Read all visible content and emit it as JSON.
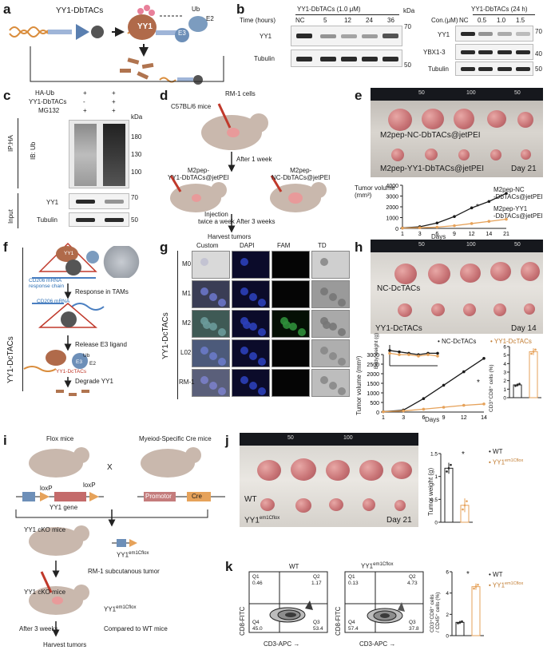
{
  "panels": {
    "a": {
      "letter": "a",
      "label_drug": "YY1-DbTACs",
      "label_yy1": "YY1",
      "label_ub": "Ub",
      "label_e2": "E2",
      "label_e3": "E3"
    },
    "b": {
      "letter": "b",
      "left": {
        "header": "YY1-DbTACs (1.0 μM)",
        "row_label": "Time (hours)",
        "lanes": [
          "NC",
          "5",
          "12",
          "24",
          "36"
        ],
        "rows": [
          "YY1",
          "Tubulin"
        ],
        "markers": [
          "70",
          "50"
        ],
        "kda": "kDa"
      },
      "right": {
        "header": "YY1-DbTACs (24 h)",
        "row_label": "Con.(μM)",
        "lanes": [
          "NC",
          "0.5",
          "1.0",
          "1.5"
        ],
        "rows": [
          "YY1",
          "YBX1-3",
          "Tubulin"
        ],
        "markers": [
          "70",
          "40",
          "50"
        ]
      }
    },
    "c": {
      "letter": "c",
      "conditions": [
        {
          "name": "HA-Ub",
          "values": [
            "+",
            "+"
          ]
        },
        {
          "name": "YY1-DbTACs",
          "values": [
            "-",
            "+"
          ]
        },
        {
          "name": "MG132",
          "values": [
            "+",
            "+"
          ]
        }
      ],
      "kda": "kDa",
      "ip_label": "IP:HA",
      "ib_label": "IB: Ub",
      "input_label": "Input",
      "markers_top": [
        "180",
        "130",
        "100"
      ],
      "input_rows": [
        "YY1",
        "Tubulin"
      ],
      "markers_bottom": [
        "70",
        "50"
      ]
    },
    "d": {
      "letter": "d",
      "cells": "RM-1 cells",
      "mice": "C57BL/6 mice",
      "step1": "After 1 week",
      "left_treat": "M2pep-\nYY1-DbTACs@jetPEI",
      "right_treat": "M2pep-\nNC-DbTACs@jetPEI",
      "injection": "Injection\ntwice a week",
      "step2": "After 3 weeks",
      "harvest": "Harvest tumors"
    },
    "e": {
      "letter": "e",
      "photo_label_top": "M2pep-NC-DbTACs@jetPEI",
      "photo_label_bottom": "M2pep-YY1-DbTACs@jetPEI",
      "day": "Day 21",
      "legend_nc": "M2pep-NC\n-DbTACs@jetPEI",
      "legend_yy1": "M2pep-YY1\n-DbTACs@jetPEI",
      "star": "*"
    },
    "f": {
      "letter": "f",
      "side_label": "YY1-DcTACs",
      "mrna_chain": "CD206 mRNA\nresponse chain",
      "mrna": "CD206 mRNA",
      "step1": "Response in TAMs",
      "step2": "Release E3 ligand",
      "step3": "Degrade YY1",
      "yy1": "YY1",
      "ub": "Ub",
      "e2": "E2",
      "e3": "E3",
      "drug": "YY1-DcTACs"
    },
    "g": {
      "letter": "g",
      "columns": [
        "Custom",
        "DAPI",
        "FAM",
        "TD"
      ],
      "rows": [
        "M0",
        "M1",
        "M2",
        "L02",
        "RM-1"
      ],
      "side_label": "YY1-DcTACs"
    },
    "h": {
      "letter": "h",
      "photo_label_top": "NC-DcTACs",
      "photo_label_bottom": "YY1-DcTACs",
      "day": "Day 14",
      "legend_nc": "NC-DcTACs",
      "legend_yy1": "YY1-DcTACs",
      "star": "*"
    },
    "i": {
      "letter": "i",
      "flox": "Flox mice",
      "cre": "Myeiod-Specific Cre mice",
      "cross": "X",
      "loxp1": "loxP",
      "loxp2": "loxP",
      "gene": "YY1 gene",
      "promotor": "Promotor",
      "cre_gene": "Cre",
      "cko": "YY1 cKO mice",
      "allele": "YY1",
      "allele_sup": "em1Cflox",
      "tumor": "RM-1 subcutanous tumor",
      "cko2": "YY1 cKO mice",
      "allele2": "YY1",
      "allele2_sup": "em1Cflox",
      "after": "After 3 weeks",
      "compare": "Compared to WT mice",
      "harvest": "Harvest tumors"
    },
    "j": {
      "letter": "j",
      "wt": "WT",
      "cko": "YY1",
      "cko_sup": "em1Cflox",
      "day": "Day 21",
      "legend_wt": "WT",
      "legend_cko": "YY1",
      "legend_cko_sup": "em1Cflox",
      "star": "*"
    },
    "k": {
      "letter": "k",
      "plot1": {
        "title": "WT",
        "q": [
          "Q1",
          "Q2",
          "Q4",
          "Q3"
        ],
        "v": [
          "0.46",
          "1.17",
          "45.0",
          "53.4"
        ]
      },
      "plot2": {
        "title": "YY1",
        "title_sup": "em1Cflox",
        "q": [
          "Q1",
          "Q2",
          "Q4",
          "Q3"
        ],
        "v": [
          "0.13",
          "4.73",
          "57.4",
          "37.8"
        ]
      },
      "xlabel": "CD3-APC",
      "ylabel": "CD8-FITC",
      "legend_wt": "WT",
      "legend_cko": "YY1",
      "legend_cko_sup": "em1Cflox",
      "star": "*"
    }
  },
  "colors": {
    "nc_series": "#1a1a1a",
    "treat_series": "#e6a25a",
    "blot_band": "#2a2a2a",
    "tumor": "#c97577"
  },
  "chart_data": [
    {
      "type": "line",
      "panel": "e",
      "ylabel": "Tumor volume\n(mm³)",
      "xlabel": "Days",
      "x": [
        1,
        3,
        6,
        9,
        12,
        14,
        21
      ],
      "ylim": [
        0,
        4000
      ],
      "yticks": [
        0,
        1000,
        2000,
        3000,
        4000
      ],
      "series": [
        {
          "name": "M2pep-NC-DbTACs@jetPEI",
          "values": [
            40,
            150,
            500,
            1100,
            1900,
            2500,
            3250
          ]
        },
        {
          "name": "M2pep-YY1-DbTACs@jetPEI",
          "values": [
            30,
            60,
            120,
            250,
            450,
            650,
            850
          ]
        }
      ]
    },
    {
      "type": "line",
      "panel": "h",
      "ylabel": "Tumor volume (mm³)",
      "xlabel": "Days",
      "x": [
        1,
        3,
        6,
        9,
        12,
        14
      ],
      "ylim": [
        0,
        3000
      ],
      "yticks": [
        0,
        500,
        1000,
        1500,
        2000,
        2500,
        3000
      ],
      "series": [
        {
          "name": "NC-DcTACs",
          "values": [
            20,
            100,
            700,
            1400,
            2100,
            2800
          ]
        },
        {
          "name": "YY1-DcTACs",
          "values": [
            15,
            60,
            150,
            250,
            350,
            420
          ]
        }
      ]
    },
    {
      "type": "line",
      "panel": "h-inset",
      "ylabel": "Body weight (g)",
      "x": [
        1,
        3,
        6,
        9,
        12,
        14
      ],
      "ylim": [
        26.5,
        28.0
      ],
      "yticks": [
        26.5,
        27.0,
        27.5,
        28.0
      ],
      "series": [
        {
          "name": "NC-DcTACs",
          "values": [
            27.6,
            27.5,
            27.4,
            27.3,
            27.4,
            27.4
          ]
        },
        {
          "name": "YY1-DcTACs",
          "values": [
            27.4,
            27.3,
            27.3,
            27.2,
            27.3,
            27.2
          ]
        }
      ]
    },
    {
      "type": "bar",
      "panel": "h-bar",
      "ylabel": "CD3⁺CD8⁺ cells (%)",
      "categories": [
        "NC-DcTACs",
        "YY1-DcTACs"
      ],
      "values": [
        1.5,
        5.4
      ],
      "errors": [
        0.2,
        0.4
      ],
      "ylim": [
        0,
        6
      ],
      "yticks": [
        0,
        1,
        2,
        3,
        4,
        5,
        6
      ]
    },
    {
      "type": "bar",
      "panel": "j",
      "ylabel": "Tumor weight (g)",
      "categories": [
        "WT",
        "YY1em1Cflox"
      ],
      "values": [
        1.18,
        0.37
      ],
      "errors": [
        0.12,
        0.15
      ],
      "ylim": [
        0,
        1.5
      ],
      "yticks": [
        0.0,
        0.5,
        1.0,
        1.5
      ]
    },
    {
      "type": "bar",
      "panel": "k",
      "ylabel": "CD3⁺CD8⁺ cells\n/ CD45⁺ cells (%)",
      "categories": [
        "WT",
        "YY1em1Cflox"
      ],
      "values": [
        1.25,
        4.6
      ],
      "errors": [
        0.15,
        0.3
      ],
      "ylim": [
        0,
        6
      ],
      "yticks": [
        0,
        2,
        4,
        6
      ]
    }
  ]
}
